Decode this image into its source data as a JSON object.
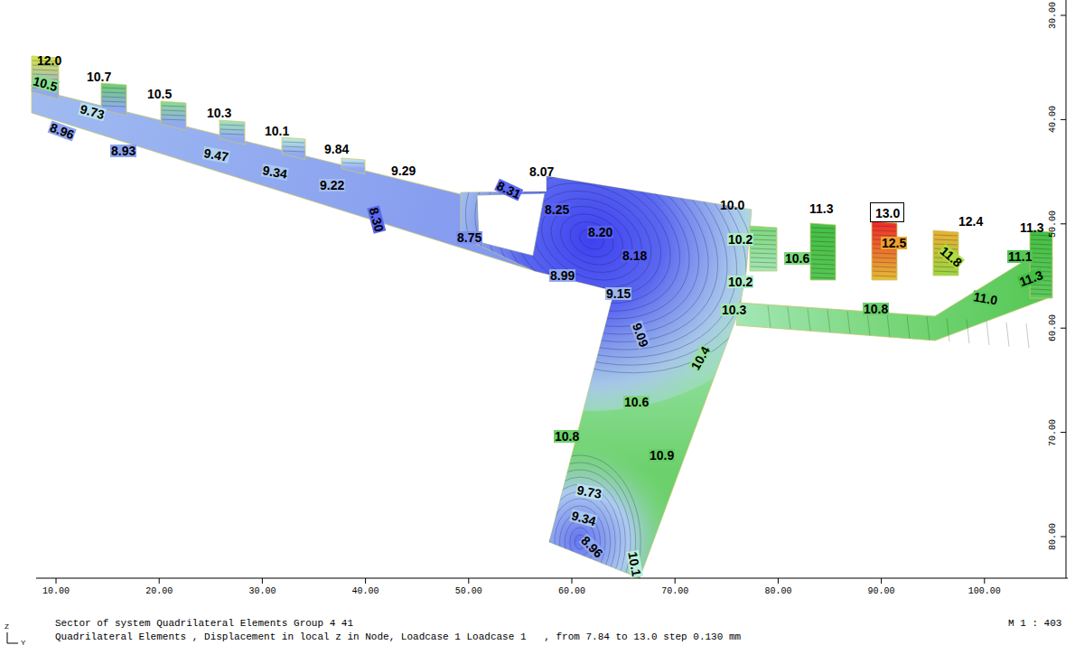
{
  "diagram": {
    "nodes": [
      {
        "text": [
          "13.0"
        ]
      }
    ],
    "labels": [
      "12.0",
      "10.5",
      "10.7",
      "9.73",
      "8.96",
      "10.5",
      "8.93",
      "10.3",
      "9.47",
      "10.1",
      "9.34",
      "9.84",
      "9.22",
      "9.29",
      "8.30",
      "8.07",
      "8.31",
      "8.25",
      "8.75",
      "8.20",
      "8.18",
      "8.99",
      "9.15",
      "9.09",
      "10.0",
      "10.2",
      "10.6",
      "10.2",
      "10.3",
      "10.4",
      "11.3",
      "12.5",
      "12.4",
      "11.8",
      "11.3",
      "11.1",
      "11.0",
      "11.3",
      "10.8",
      "10.6",
      "10.8",
      "10.9",
      "9.73",
      "9.34",
      "8.96",
      "10.1",
      "10.00",
      "20.00",
      "30.00",
      "40.00",
      "50.00",
      "60.00",
      "70.00",
      "80.00",
      "90.00",
      "100.00",
      "30.00",
      "40.00",
      "50.00",
      "60.00",
      "70.00",
      "80.00",
      "Sector of system Quadrilateral Elements Group 4 41",
      "Quadrilateral Elements , Displacement in local z in Node, Loadcase 1 Loadcase 1   , from 7.84 to 13.0 step 0.130 mm",
      "M 1 : 403",
      "Z",
      "Y"
    ]
  }
}
